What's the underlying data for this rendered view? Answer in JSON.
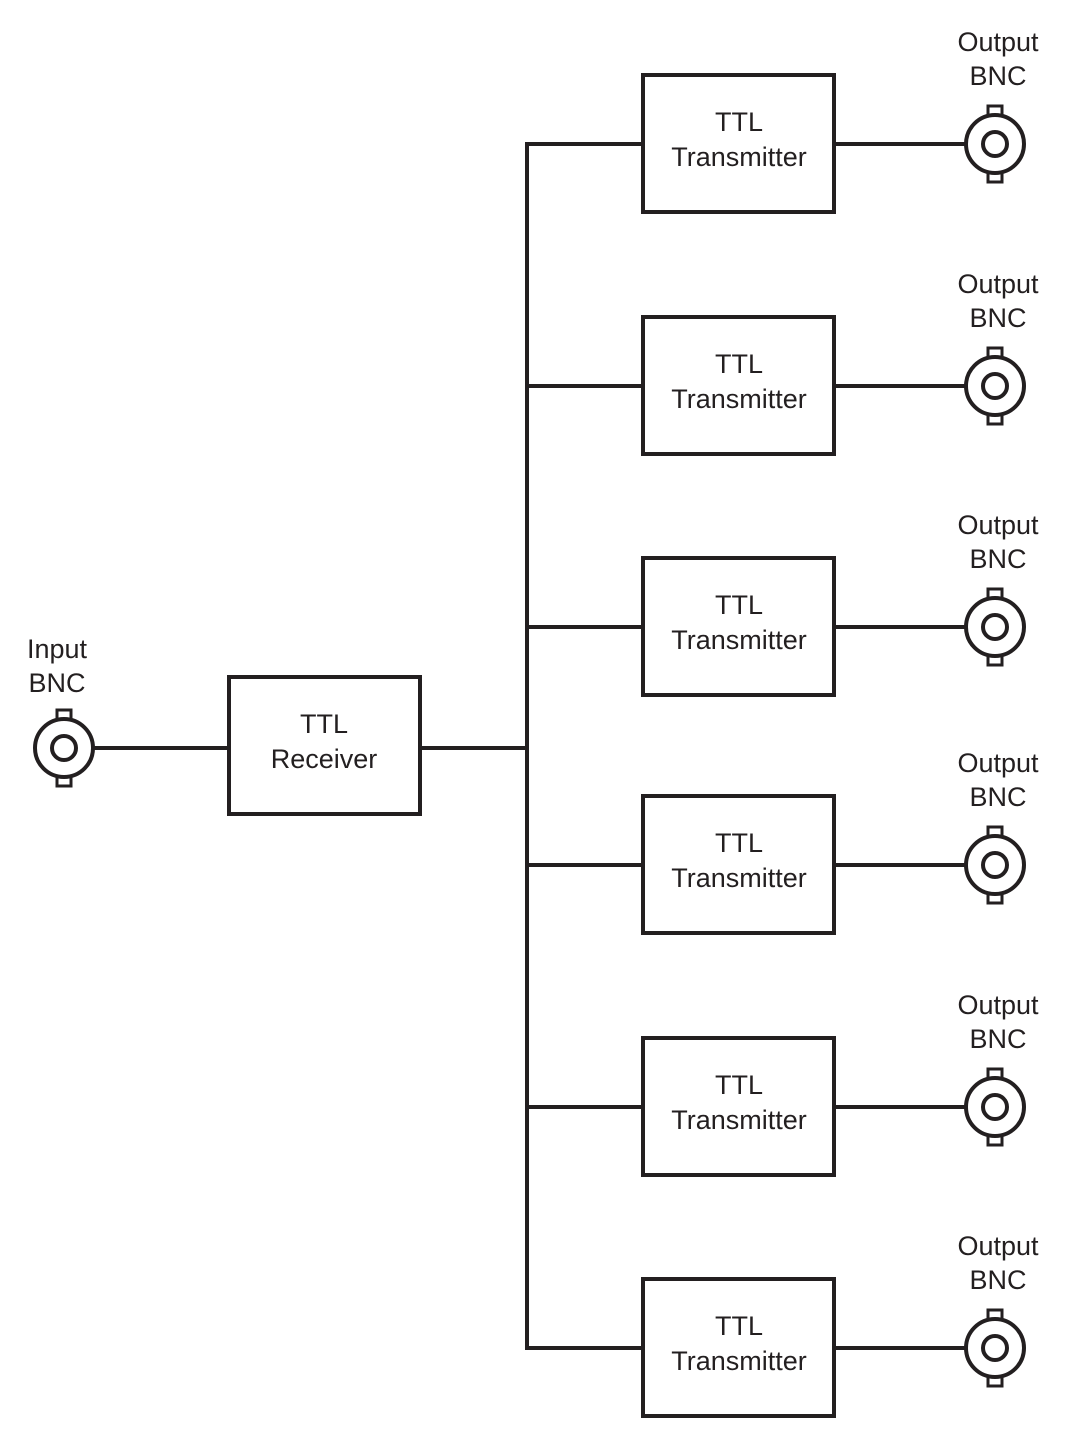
{
  "diagram": {
    "title": "",
    "input": {
      "connector_label_line1": "Input",
      "connector_label_line2": "BNC",
      "receiver_line1": "TTL",
      "receiver_line2": "Receiver"
    },
    "outputs": [
      {
        "transmitter_line1": "TTL",
        "transmitter_line2": "Transmitter",
        "connector_label_line1": "Output",
        "connector_label_line2": "BNC"
      },
      {
        "transmitter_line1": "TTL",
        "transmitter_line2": "Transmitter",
        "connector_label_line1": "Output",
        "connector_label_line2": "BNC"
      },
      {
        "transmitter_line1": "TTL",
        "transmitter_line2": "Transmitter",
        "connector_label_line1": "Output",
        "connector_label_line2": "BNC"
      },
      {
        "transmitter_line1": "TTL",
        "transmitter_line2": "Transmitter",
        "connector_label_line1": "Output",
        "connector_label_line2": "BNC"
      },
      {
        "transmitter_line1": "TTL",
        "transmitter_line2": "Transmitter",
        "connector_label_line1": "Output",
        "connector_label_line2": "BNC"
      },
      {
        "transmitter_line1": "TTL",
        "transmitter_line2": "Transmitter",
        "connector_label_line1": "Output",
        "connector_label_line2": "BNC"
      }
    ],
    "colors": {
      "stroke": "#231f20",
      "background": "#ffffff"
    }
  }
}
